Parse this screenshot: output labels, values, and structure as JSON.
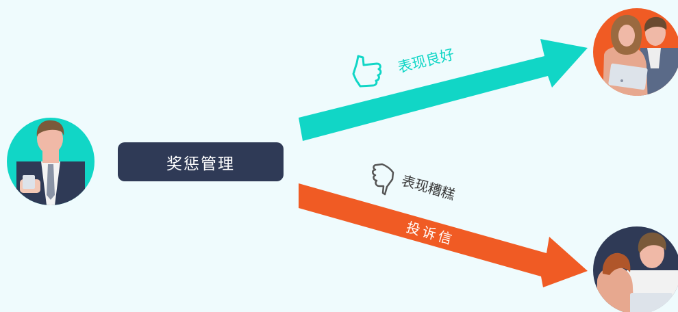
{
  "center_label": "奖惩管理",
  "good_branch": {
    "label": "表现良好",
    "icon": "thumbs-up-icon",
    "color": "#11d6c6"
  },
  "bad_branch": {
    "label": "表现糟糕",
    "arrow_text": "投诉信",
    "icon": "thumbs-down-icon",
    "color": "#f05b24"
  },
  "people": {
    "manager": {
      "bg": "#11d6c6"
    },
    "good_team": {
      "bg": "#f05b24"
    },
    "bad_team": {
      "bg": "#2f3a56"
    }
  }
}
